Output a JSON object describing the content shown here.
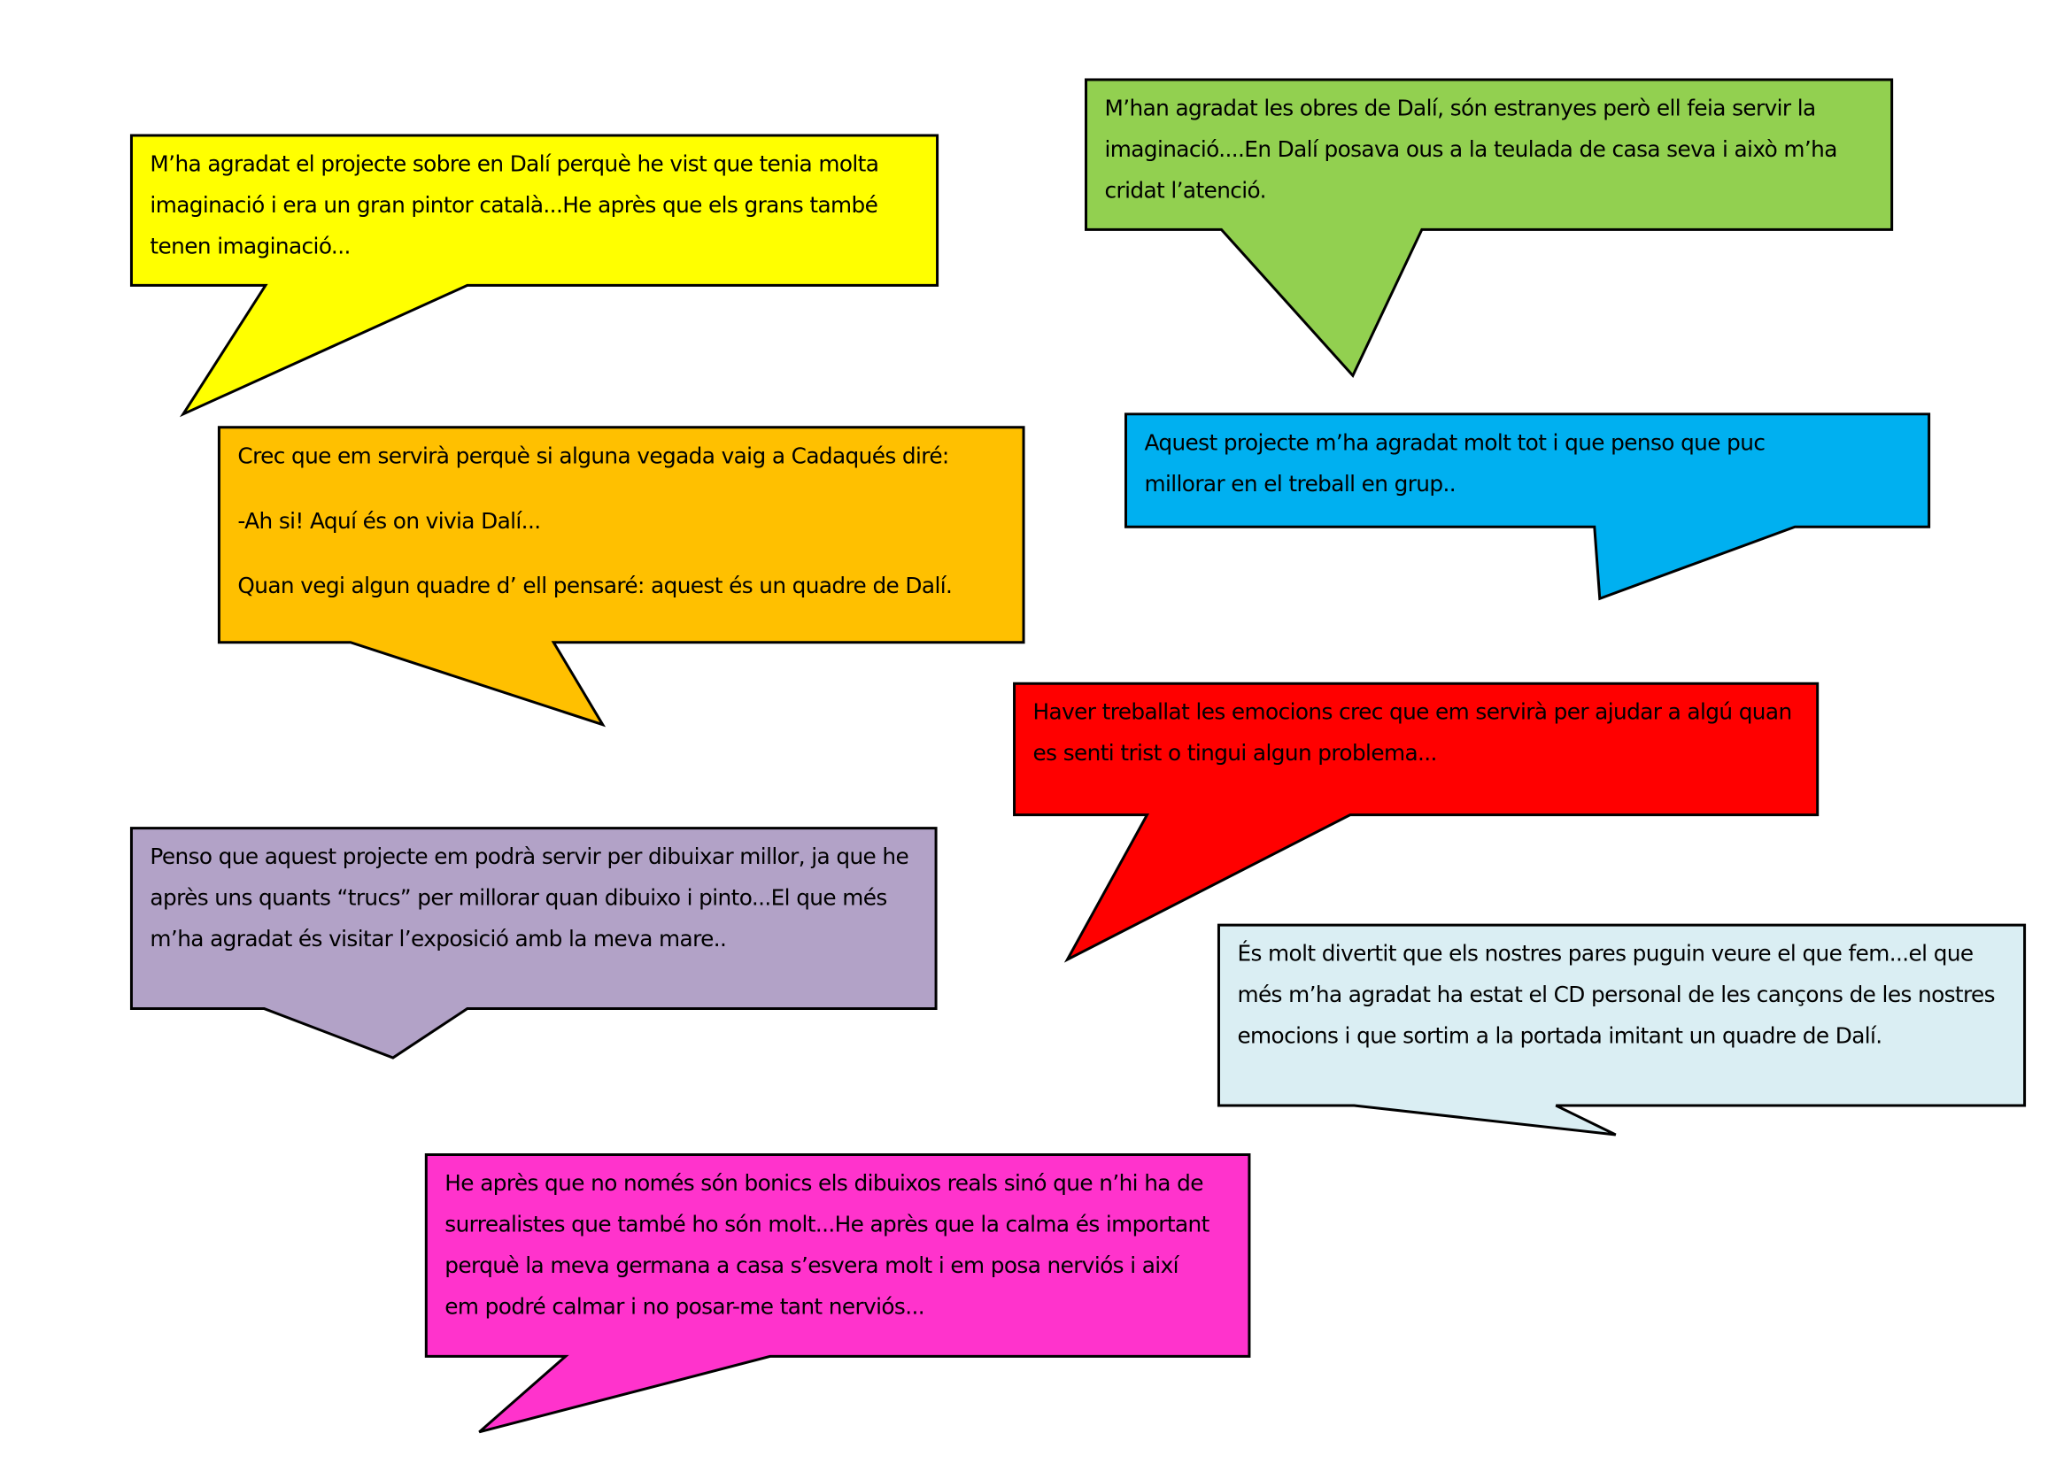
{
  "bubbles": [
    {
      "id": "yellow",
      "color": "#ffff00",
      "lines": [
        "M’ha agradat el projecte sobre en Dalí perquè he vist que tenia molta imaginació i era un gran pintor català...He après que els grans també tenen imaginació..."
      ]
    },
    {
      "id": "green",
      "color": "#92d050",
      "lines": [
        "M’han agradat les obres de Dalí, són estranyes però ell feia servir la imaginació....En Dalí posava ous a la teulada de casa seva i això m’ha cridat l’atenció."
      ]
    },
    {
      "id": "orange",
      "color": "#ffc000",
      "lines": [
        "Crec que em servirà perquè si alguna vegada vaig a Cadaqués diré:",
        "-Ah si! Aquí és on vivia Dalí...",
        "Quan vegi algun quadre d’ ell pensaré: aquest és un quadre de Dalí."
      ]
    },
    {
      "id": "blue",
      "color": "#00b0f0",
      "lines": [
        "Aquest projecte m’ha agradat molt tot i que penso que puc millorar en el treball en grup.."
      ]
    },
    {
      "id": "red",
      "color": "#ff0000",
      "lines": [
        "Haver treballat les emocions  crec que em servirà per ajudar a algú quan es senti trist o tingui algun problema..."
      ]
    },
    {
      "id": "purple",
      "color": "#b2a2c7",
      "lines": [
        "Penso que aquest projecte em podrà servir per dibuixar millor, ja que he après uns quants “trucs” per millorar quan dibuixo i pinto...El que més m’ha agradat és visitar l’exposició amb la meva mare.."
      ]
    },
    {
      "id": "lightblue",
      "color": "#daeef3",
      "lines": [
        "És molt divertit que els nostres pares puguin veure el que fem...el que més m’ha agradat ha estat el CD personal de les cançons de les nostres emocions i que sortim a la portada imitant un quadre de Dalí."
      ]
    },
    {
      "id": "magenta",
      "color": "#ff33cc",
      "lines": [
        "He après que no només són bonics els dibuixos reals sinó que n’hi ha de surrealistes que també ho són molt...He après que la calma és important perquè la meva germana a casa s’esvera molt i em posa nerviós i així em podré calmar i no posar-me tant nerviós..."
      ]
    }
  ]
}
